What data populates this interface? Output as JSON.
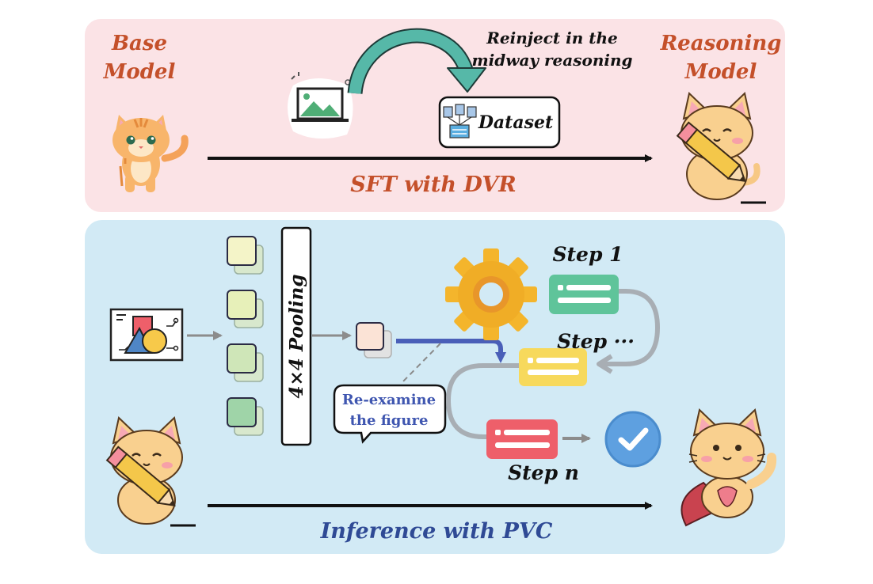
{
  "top_panel": {
    "base_label_line1": "Base",
    "base_label_line2": "Model",
    "reasoning_label_line1": "Reasoning",
    "reasoning_label_line2": "Model",
    "reinject_line1": "Reinject in the",
    "reinject_line2": "midway reasoning",
    "dataset_label": "Dataset",
    "sft_label": "SFT with DVR"
  },
  "bottom_panel": {
    "pooling_label": "4×4 Pooling",
    "reexamine_line1": "Re-examine",
    "reexamine_line2": "the figure",
    "step1_label": "Step 1",
    "step_mid_label": "Step ···",
    "stepn_label": "Step n",
    "inference_label": "Inference with PVC"
  },
  "colors": {
    "top_bg": "#fbe3e6",
    "bottom_bg": "#d2eaf5",
    "label_orange": "#c4502a",
    "label_blue": "#2f4a95",
    "dark": "#111111",
    "step_green": "#5fc49a",
    "step_yellow": "#f7d95c",
    "step_red": "#ee5f6a",
    "gear": "#f4b52c",
    "check": "#5ea0e0",
    "teal_arrow": "#4fb2a3"
  },
  "icons": [
    "cat-icon",
    "image-icon",
    "dataset-icon",
    "pencil-cat-icon",
    "gear-icon",
    "figure-icon",
    "check-icon",
    "hero-cat-icon"
  ]
}
